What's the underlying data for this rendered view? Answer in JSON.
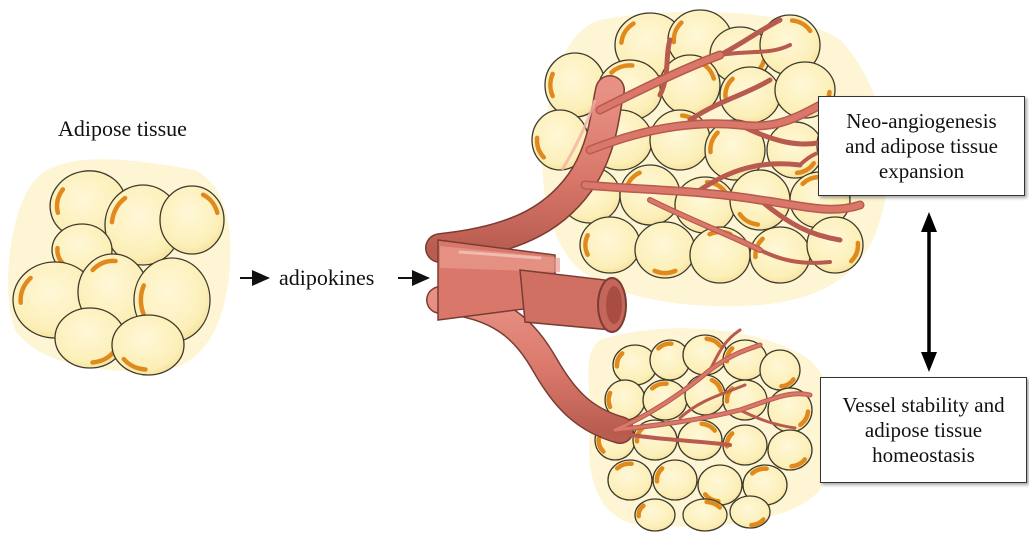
{
  "labels": {
    "left_title": "Adipose tissue",
    "mediator": "adipokines"
  },
  "boxes": {
    "top": {
      "lines": [
        "Neo-angiogenesis",
        "and adipose tissue",
        "expansion"
      ]
    },
    "bottom": {
      "lines": [
        "Vessel stability and",
        "adipose tissue",
        "homeostasis"
      ]
    }
  },
  "colors": {
    "cell_fill": "#fcefb8",
    "cell_stroke": "#3d3a2e",
    "cell_highlight": "#f6d98e",
    "nucleus": "#e08a1e",
    "tissue_bg": "#fdf4cf",
    "vessel": "#d9786a",
    "vessel_dark": "#b85a4e",
    "vessel_outline": "#7a3c33"
  }
}
